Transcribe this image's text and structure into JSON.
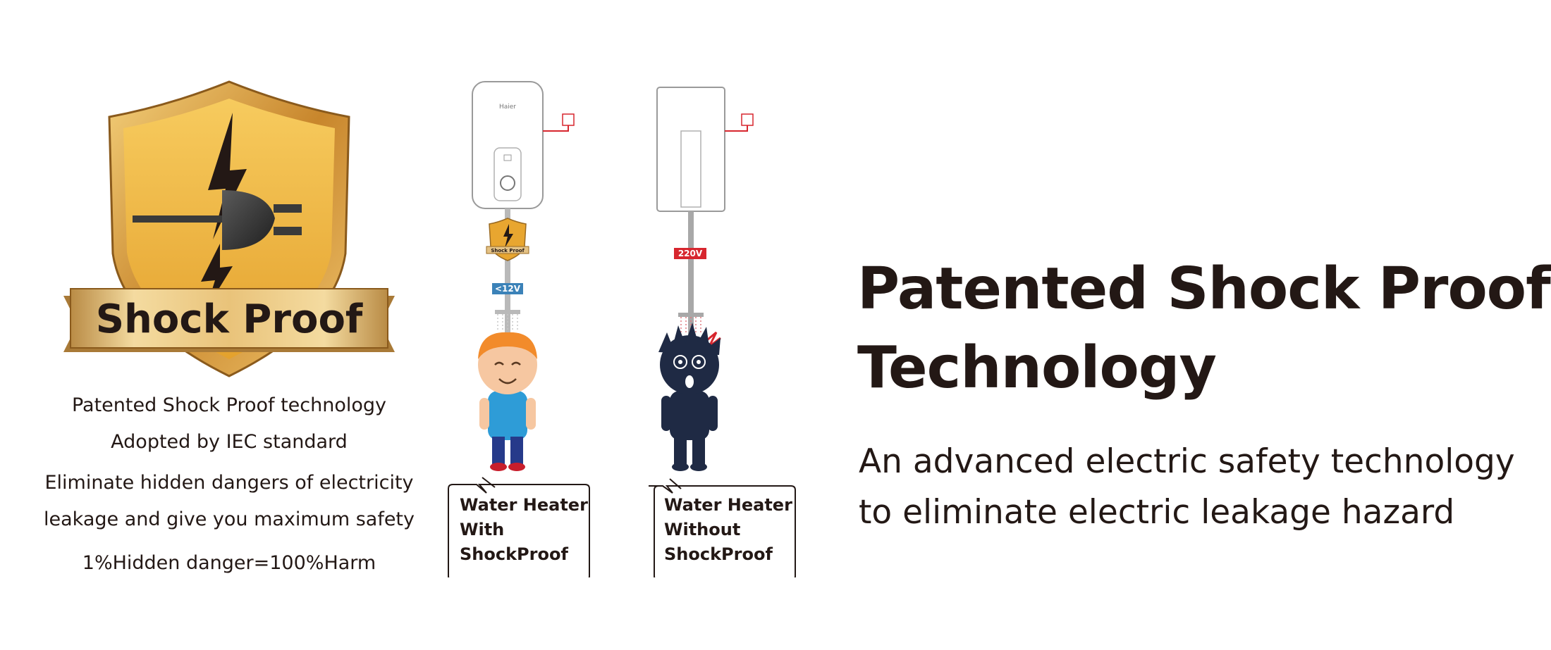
{
  "badge": {
    "label": "Shock Proof",
    "colors": {
      "gold_light": "#f6c65a",
      "gold_mid": "#e8a630",
      "gold_dark": "#b47524",
      "ribbon": "#d9b06a",
      "text": "#231815"
    },
    "icon": "plug-lightning-icon"
  },
  "features": [
    "Patented Shock Proof technology",
    "Adopted by IEC standard",
    "Eliminate hidden dangers of electricity",
    "leakage and give you maximum safety",
    "1%Hidden danger=100%Harm"
  ],
  "comparison": {
    "with": {
      "brand": "Haier",
      "voltage": "<12V",
      "mini_badge": "Shock Proof",
      "callout": [
        "Water Heater",
        "With",
        "ShockProof"
      ],
      "voltage_color": "#3b82b8"
    },
    "without": {
      "voltage": "220V",
      "callout": [
        "Water Heater",
        "Without",
        "ShockProof"
      ],
      "voltage_color": "#d7262e"
    }
  },
  "heading": {
    "lines": [
      "Patented Shock Proof",
      "Technology"
    ]
  },
  "subheading": {
    "lines": [
      "An advanced electric safety technology",
      "to eliminate electric leakage hazard"
    ]
  }
}
